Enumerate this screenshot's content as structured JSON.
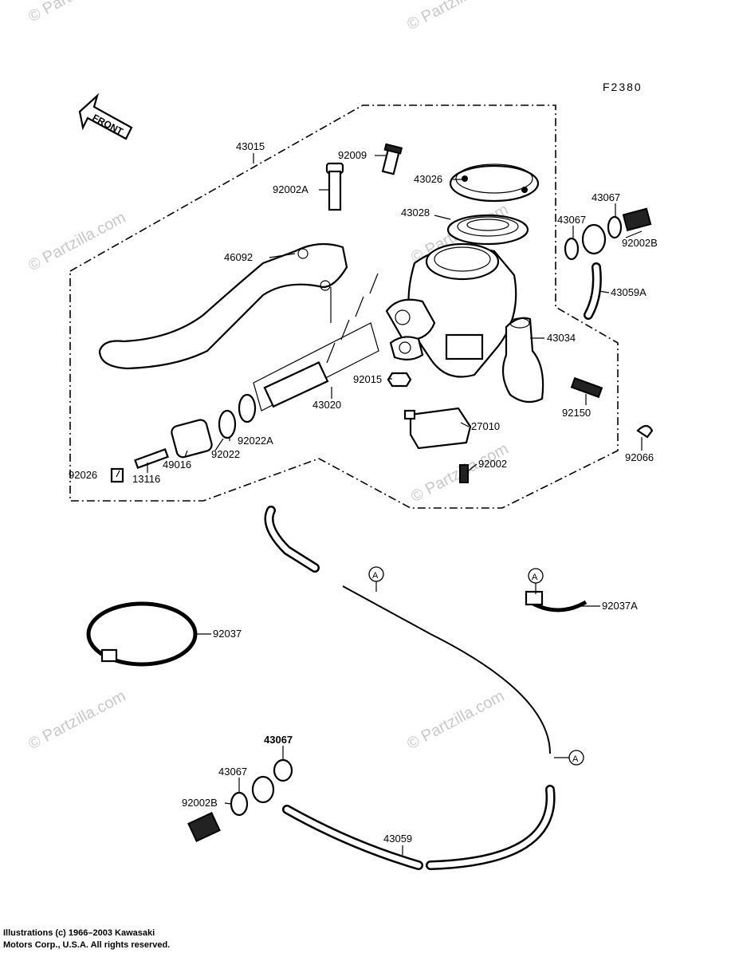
{
  "figure_code": "F2380",
  "front_label": "FRONT",
  "watermark": "© Partzilla.com",
  "copyright_line1": "Illustrations (c) 1966–2003 Kawasaki",
  "copyright_line2": "Motors Corp., U.S.A.  All rights reserved.",
  "callout_a": "A",
  "labels": {
    "p43015": "43015",
    "p92009": "92009",
    "p43026": "43026",
    "p92002A": "92002A",
    "p43028": "43028",
    "p43067a": "43067",
    "p43067b": "43067",
    "p92002Ba": "92002B",
    "p46092": "46092",
    "p43059A": "43059A",
    "p43034": "43034",
    "p92015": "92015",
    "p43020": "43020",
    "p27010": "27010",
    "p92150": "92150",
    "p92022A": "92022A",
    "p92022": "92022",
    "p49016": "49016",
    "p92026": "92026",
    "p13116": "13116",
    "p92002": "92002",
    "p92066": "92066",
    "p92037A": "92037A",
    "p92037": "92037",
    "p43067c": "43067",
    "p43067d": "43067",
    "p92002Bb": "92002B",
    "p43059": "43059"
  }
}
